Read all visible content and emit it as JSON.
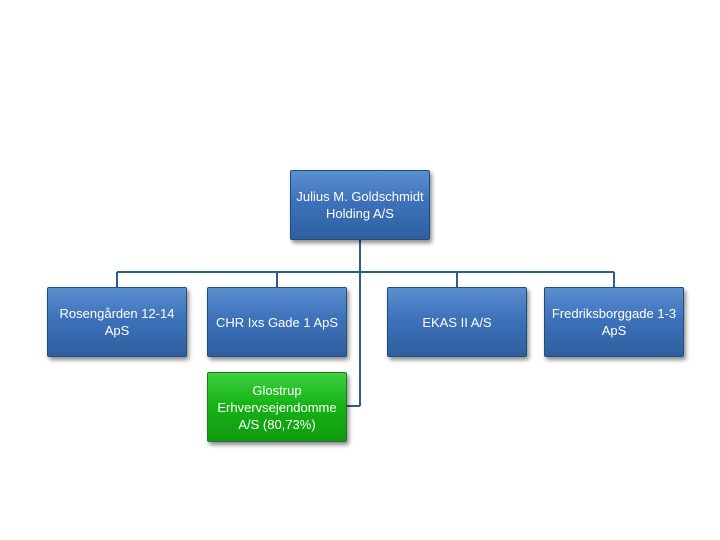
{
  "nodes": {
    "root": "Julius M. Goldschmidt Holding A/S",
    "rosengarden": "Rosengården 12-14 ApS",
    "chr": "CHR Ixs Gade 1 ApS",
    "ekas": "EKAS II A/S",
    "fredriksborg": "Fredriksborggade 1-3 ApS",
    "glostrup": "Glostrup Erhvervsejendomme A/S (80,73%)"
  },
  "colors": {
    "connector": "#2e5d8a",
    "box_blue": "#4a7fc4",
    "box_green": "#1db91d"
  }
}
